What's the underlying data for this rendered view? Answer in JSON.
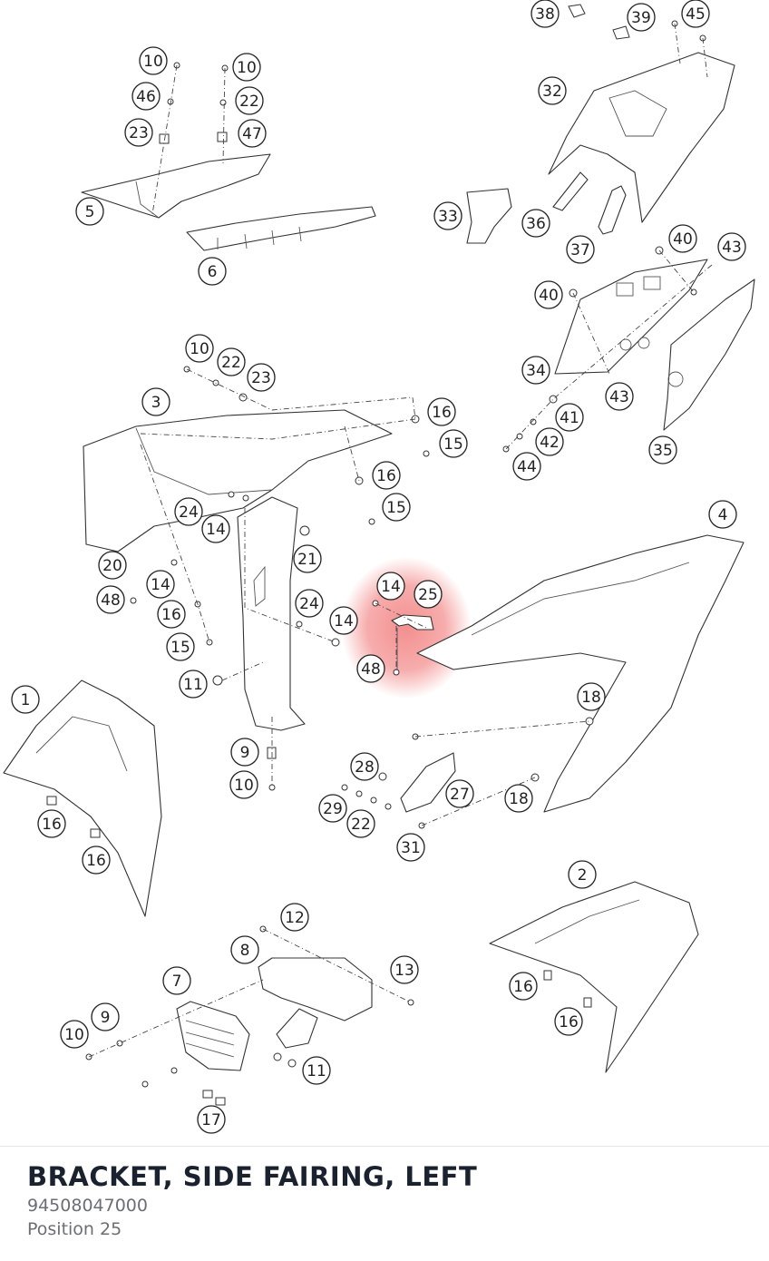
{
  "highlight": {
    "color": "#f06a6a",
    "position_label": "25"
  },
  "callouts": [
    {
      "n": "38"
    },
    {
      "n": "39"
    },
    {
      "n": "45"
    },
    {
      "n": "10"
    },
    {
      "n": "10"
    },
    {
      "n": "46"
    },
    {
      "n": "22"
    },
    {
      "n": "23"
    },
    {
      "n": "47"
    },
    {
      "n": "32"
    },
    {
      "n": "5"
    },
    {
      "n": "33"
    },
    {
      "n": "36"
    },
    {
      "n": "37"
    },
    {
      "n": "6"
    },
    {
      "n": "40"
    },
    {
      "n": "43"
    },
    {
      "n": "40"
    },
    {
      "n": "10"
    },
    {
      "n": "22"
    },
    {
      "n": "23"
    },
    {
      "n": "3"
    },
    {
      "n": "34"
    },
    {
      "n": "43"
    },
    {
      "n": "41"
    },
    {
      "n": "42"
    },
    {
      "n": "44"
    },
    {
      "n": "35"
    },
    {
      "n": "16"
    },
    {
      "n": "15"
    },
    {
      "n": "16"
    },
    {
      "n": "15"
    },
    {
      "n": "24"
    },
    {
      "n": "14"
    },
    {
      "n": "21"
    },
    {
      "n": "4"
    },
    {
      "n": "20"
    },
    {
      "n": "14"
    },
    {
      "n": "14"
    },
    {
      "n": "25"
    },
    {
      "n": "48"
    },
    {
      "n": "16"
    },
    {
      "n": "24"
    },
    {
      "n": "14"
    },
    {
      "n": "15"
    },
    {
      "n": "11"
    },
    {
      "n": "48"
    },
    {
      "n": "1"
    },
    {
      "n": "18"
    },
    {
      "n": "9"
    },
    {
      "n": "28"
    },
    {
      "n": "10"
    },
    {
      "n": "27"
    },
    {
      "n": "18"
    },
    {
      "n": "29"
    },
    {
      "n": "22"
    },
    {
      "n": "16"
    },
    {
      "n": "31"
    },
    {
      "n": "16"
    },
    {
      "n": "2"
    },
    {
      "n": "12"
    },
    {
      "n": "8"
    },
    {
      "n": "13"
    },
    {
      "n": "7"
    },
    {
      "n": "16"
    },
    {
      "n": "9"
    },
    {
      "n": "10"
    },
    {
      "n": "16"
    },
    {
      "n": "11"
    },
    {
      "n": "17"
    }
  ],
  "part": {
    "name": "BRACKET, SIDE FAIRING, LEFT",
    "number": "94508047000",
    "position": "Position 25"
  }
}
